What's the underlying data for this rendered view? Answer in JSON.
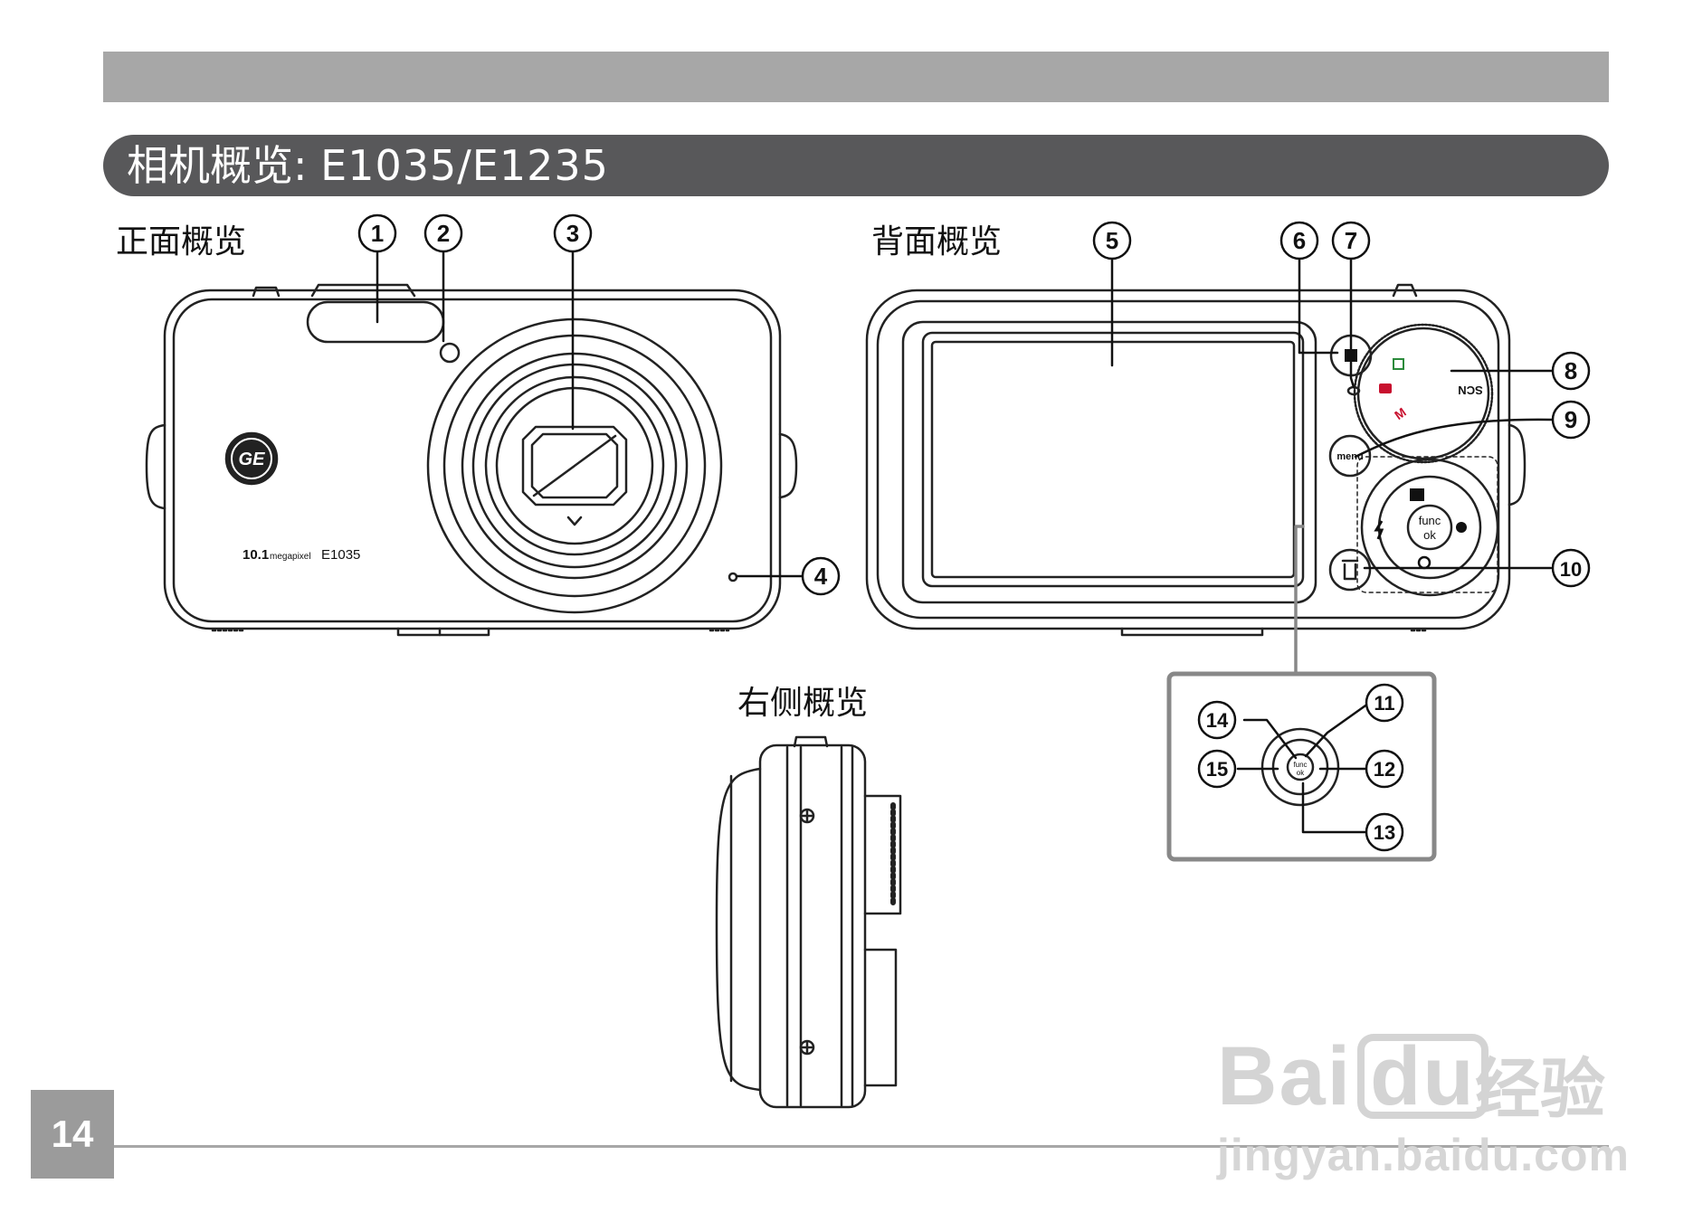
{
  "header": {
    "title_cn": "相机概览",
    "title_sep": ":",
    "title_model": "E1035/E1235"
  },
  "sections": {
    "front": "正面概览",
    "back": "背面概览",
    "side": "右侧概览"
  },
  "front_view": {
    "model_mp": "10.1",
    "model_unit": "megapixel",
    "model_name": "E1035",
    "logo_text": "GE"
  },
  "back_view": {
    "menu_label": "menu",
    "func_label": "func",
    "ok_label": "ok",
    "dial_scn": "SCN",
    "dial_m": "M"
  },
  "callouts": [
    "1",
    "2",
    "3",
    "4",
    "5",
    "6",
    "7",
    "8",
    "9",
    "10",
    "11",
    "12",
    "13",
    "14",
    "15"
  ],
  "page": {
    "number": "14"
  },
  "watermark": {
    "brand_a": "Bai",
    "brand_b": "du",
    "cn": "经验",
    "url": "jingyan.baidu.com"
  },
  "colors": {
    "title_bar": "#58585a",
    "top_band": "#a7a7a7",
    "page_box": "#9b9b9b"
  }
}
